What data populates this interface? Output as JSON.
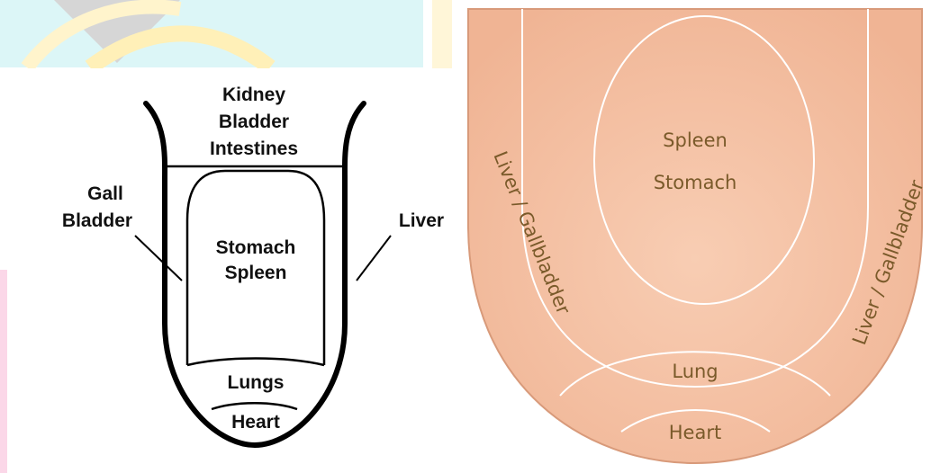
{
  "diagram_left": {
    "labels": {
      "top": [
        "Kidney",
        "Bladder",
        "Intestines"
      ],
      "left_side": [
        "Gall",
        "Bladder"
      ],
      "right_side": "Liver",
      "center": [
        "Stomach",
        "Spleen"
      ],
      "lower": "Lungs",
      "tip": "Heart"
    }
  },
  "diagram_right": {
    "labels": {
      "center": [
        "Spleen",
        "Stomach"
      ],
      "left_edge": "Liver / Gallbladder",
      "right_edge": "Liver / Gallbladder",
      "lower": "Lung",
      "tip": "Heart"
    }
  },
  "colors": {
    "tongue_fill": "#f6c3a6",
    "watermark_cyan": "#d9f6f7",
    "watermark_yellow": "#fff5d6",
    "watermark_pink": "#fbd7e8"
  }
}
